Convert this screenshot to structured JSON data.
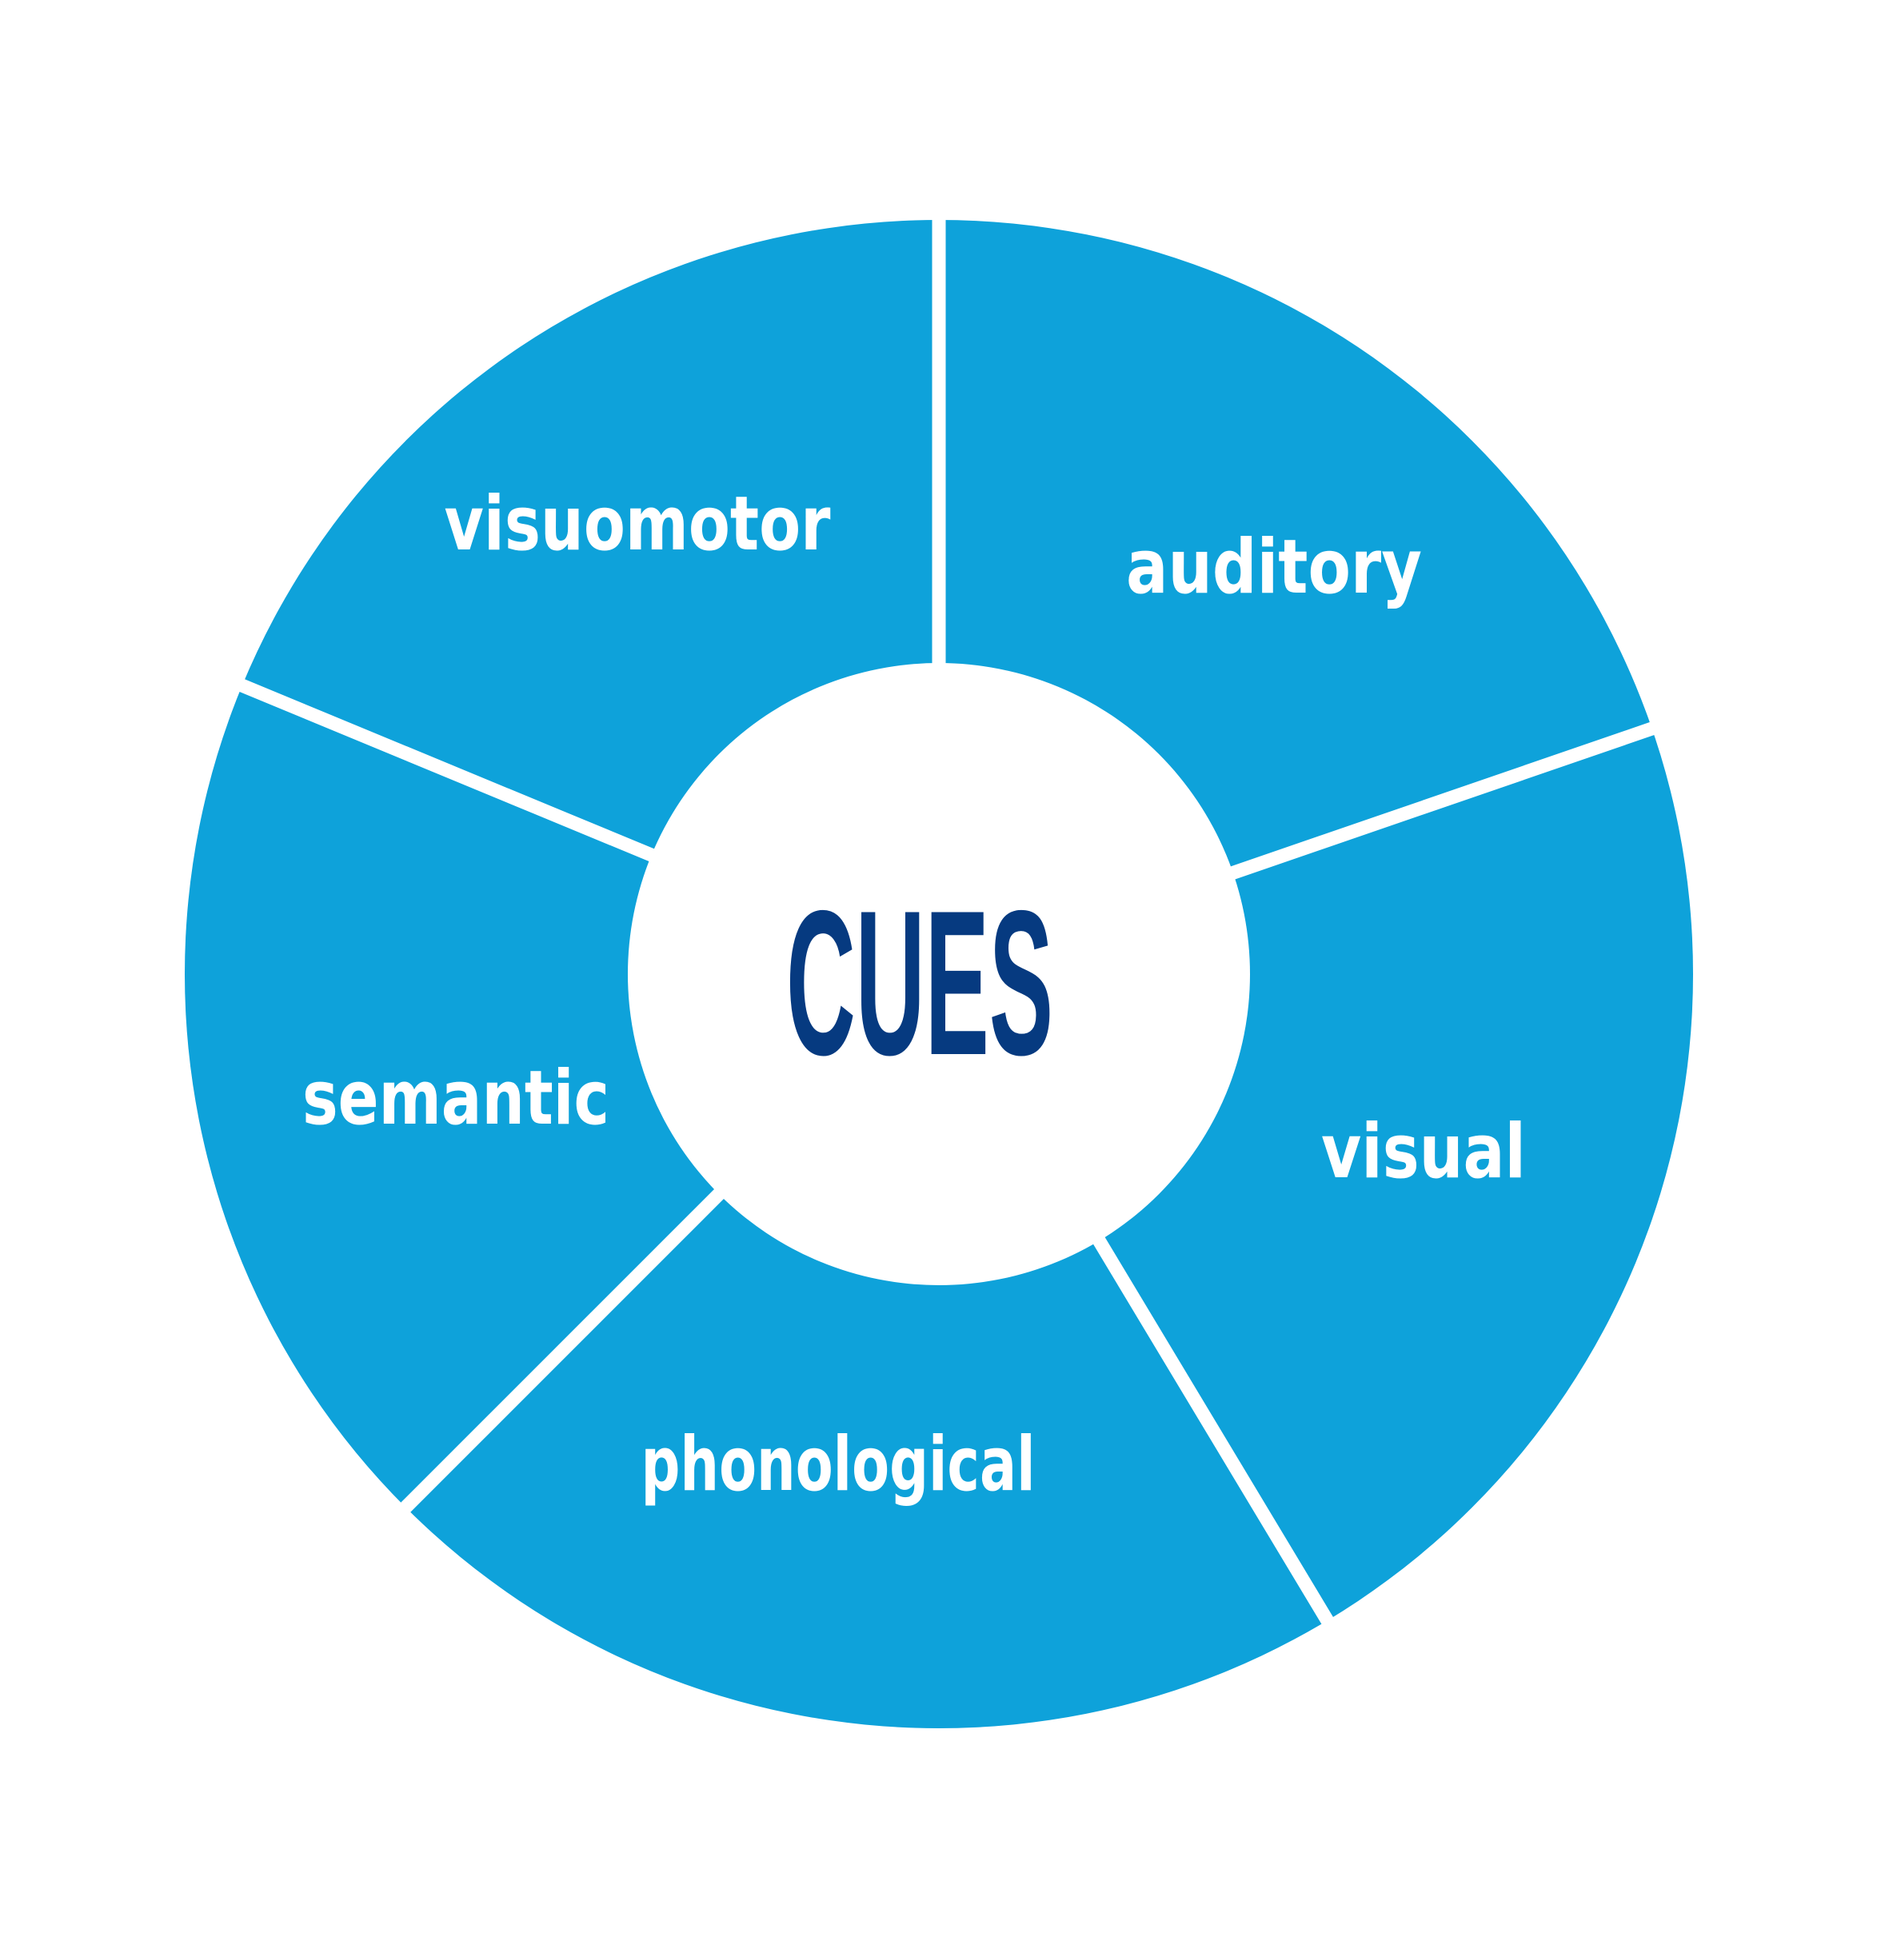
{
  "diagram": {
    "type": "segmented-ring",
    "center_label": "CUES",
    "colors": {
      "background": "#ffffff",
      "segment_fill": "#0ea2da",
      "divider": "#ffffff",
      "center_fill": "#ffffff",
      "center_text": "#063a80",
      "segment_text": "#ffffff"
    },
    "segments": [
      {
        "label": "visuomotor"
      },
      {
        "label": "auditory"
      },
      {
        "label": "visual"
      },
      {
        "label": "phonological"
      },
      {
        "label": "semantic"
      }
    ]
  }
}
